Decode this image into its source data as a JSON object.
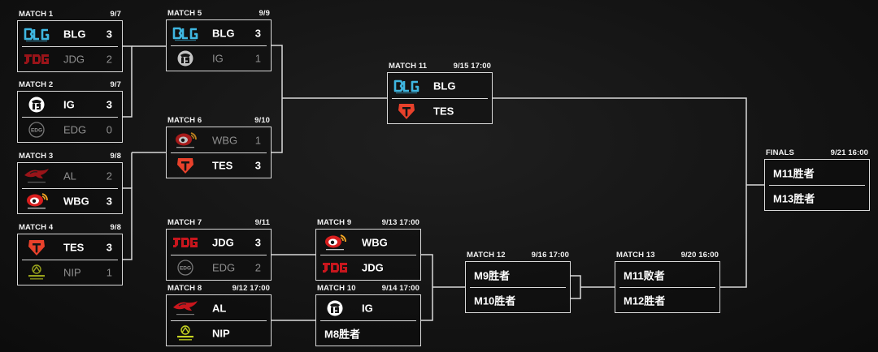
{
  "colors": {
    "line": "#d9d9d9",
    "bg": "#141414",
    "blg": "#3fb6e0",
    "jdg": "#c8161d",
    "tes": "#e8412b",
    "nip": "#c6d321"
  },
  "matches": [
    {
      "id": "m1",
      "label": "MATCH 1",
      "date": "9/7",
      "teams": [
        {
          "name": "BLG",
          "score": "3",
          "logo": "blg-logo",
          "winner": true
        },
        {
          "name": "JDG",
          "score": "2",
          "logo": "jdg-logo",
          "winner": false
        }
      ]
    },
    {
      "id": "m2",
      "label": "MATCH 2",
      "date": "9/7",
      "teams": [
        {
          "name": "IG",
          "score": "3",
          "logo": "ig-logo",
          "winner": true
        },
        {
          "name": "EDG",
          "score": "0",
          "logo": "edg-logo",
          "winner": false
        }
      ]
    },
    {
      "id": "m3",
      "label": "MATCH 3",
      "date": "9/8",
      "teams": [
        {
          "name": "AL",
          "score": "2",
          "logo": "al-logo",
          "winner": false
        },
        {
          "name": "WBG",
          "score": "3",
          "logo": "wbg-logo",
          "winner": true
        }
      ]
    },
    {
      "id": "m4",
      "label": "MATCH 4",
      "date": "9/8",
      "teams": [
        {
          "name": "TES",
          "score": "3",
          "logo": "tes-logo",
          "winner": true
        },
        {
          "name": "NIP",
          "score": "1",
          "logo": "nip-logo",
          "winner": false
        }
      ]
    },
    {
      "id": "m5",
      "label": "MATCH 5",
      "date": "9/9",
      "teams": [
        {
          "name": "BLG",
          "score": "3",
          "logo": "blg-logo",
          "winner": true
        },
        {
          "name": "IG",
          "score": "1",
          "logo": "ig-logo",
          "winner": false
        }
      ]
    },
    {
      "id": "m6",
      "label": "MATCH 6",
      "date": "9/10",
      "teams": [
        {
          "name": "WBG",
          "score": "1",
          "logo": "wbg-logo",
          "winner": false
        },
        {
          "name": "TES",
          "score": "3",
          "logo": "tes-logo",
          "winner": true
        }
      ]
    },
    {
      "id": "m7",
      "label": "MATCH 7",
      "date": "9/11",
      "teams": [
        {
          "name": "JDG",
          "score": "3",
          "logo": "jdg-logo",
          "winner": true
        },
        {
          "name": "EDG",
          "score": "2",
          "logo": "edg-logo",
          "winner": false
        }
      ]
    },
    {
      "id": "m8",
      "label": "MATCH 8",
      "date": "9/12 17:00",
      "teams": [
        {
          "name": "AL",
          "score": "",
          "logo": "al-logo",
          "winner": true
        },
        {
          "name": "NIP",
          "score": "",
          "logo": "nip-logo",
          "winner": true
        }
      ]
    },
    {
      "id": "m9",
      "label": "MATCH 9",
      "date": "9/13 17:00",
      "teams": [
        {
          "name": "WBG",
          "score": "",
          "logo": "wbg-logo",
          "winner": true
        },
        {
          "name": "JDG",
          "score": "",
          "logo": "jdg-logo",
          "winner": true
        }
      ]
    },
    {
      "id": "m10",
      "label": "MATCH 10",
      "date": "9/14 17:00",
      "teams": [
        {
          "name": "IG",
          "score": "",
          "logo": "ig-logo",
          "winner": true
        },
        {
          "name": "M8胜者",
          "score": "",
          "logo": "",
          "winner": true
        }
      ]
    },
    {
      "id": "m11",
      "label": "MATCH 11",
      "date": "9/15 17:00",
      "teams": [
        {
          "name": "BLG",
          "score": "",
          "logo": "blg-logo",
          "winner": true
        },
        {
          "name": "TES",
          "score": "",
          "logo": "tes-logo",
          "winner": true
        }
      ]
    },
    {
      "id": "m12",
      "label": "MATCH 12",
      "date": "9/16 17:00",
      "teams": [
        {
          "name": "M9胜者",
          "score": "",
          "logo": "",
          "winner": true
        },
        {
          "name": "M10胜者",
          "score": "",
          "logo": "",
          "winner": true
        }
      ]
    },
    {
      "id": "m13",
      "label": "MATCH 13",
      "date": "9/20 16:00",
      "teams": [
        {
          "name": "M11败者",
          "score": "",
          "logo": "",
          "winner": true
        },
        {
          "name": "M12胜者",
          "score": "",
          "logo": "",
          "winner": true
        }
      ]
    },
    {
      "id": "finals",
      "label": "FINALS",
      "date": "9/21 16:00",
      "teams": [
        {
          "name": "M11胜者",
          "score": "",
          "logo": "",
          "winner": true
        },
        {
          "name": "M13胜者",
          "score": "",
          "logo": "",
          "winner": true
        }
      ]
    }
  ]
}
